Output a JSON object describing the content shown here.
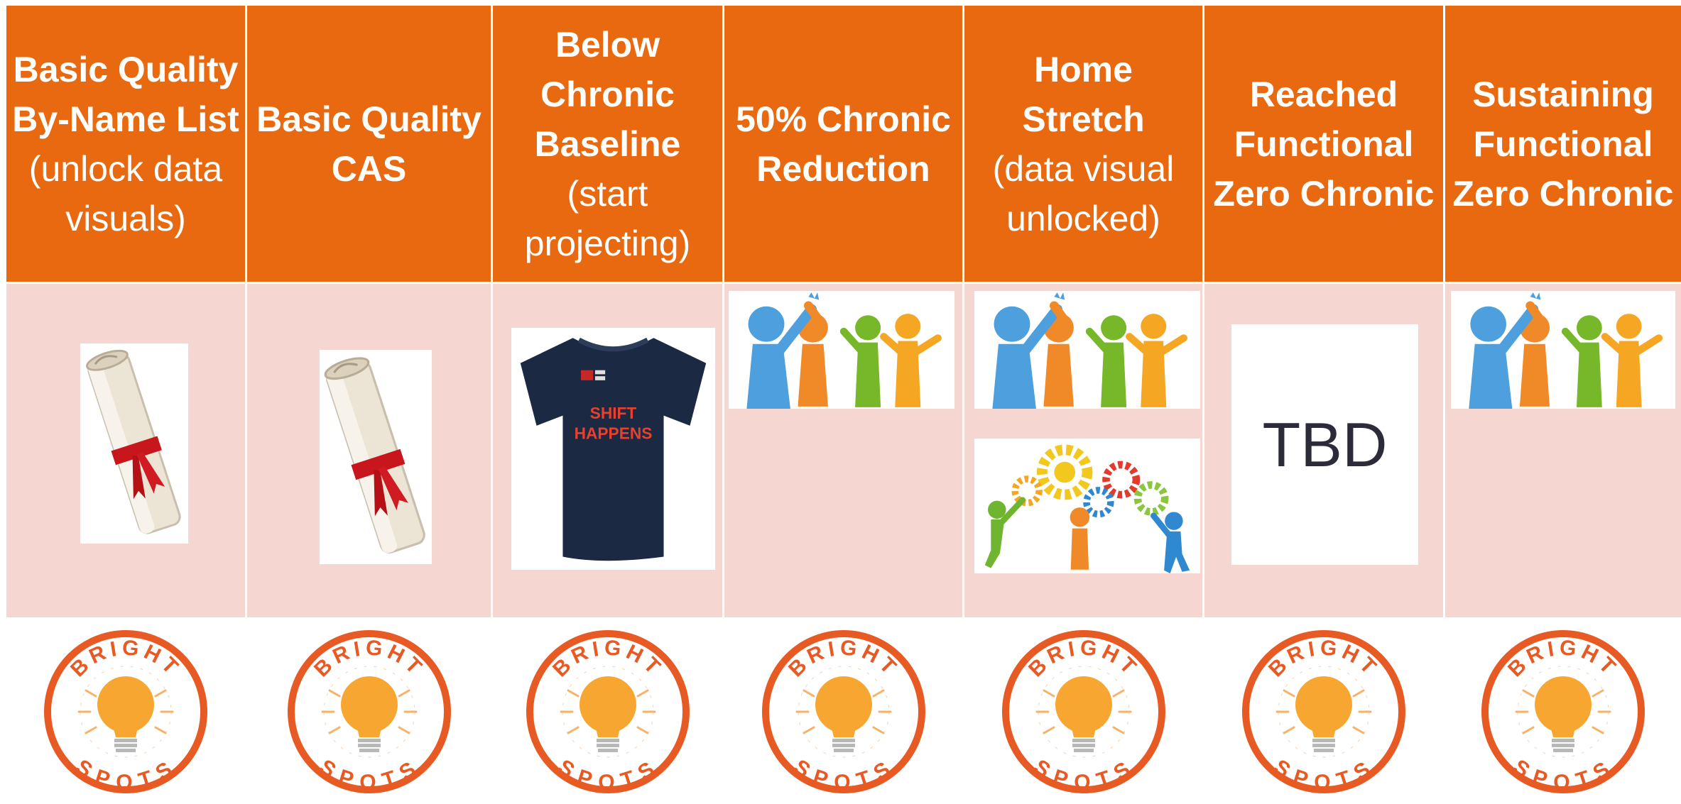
{
  "columns": [
    {
      "title_bold": "Basic Quality By-Name List",
      "title_sub": "(unlock data visuals)",
      "rewards": [
        "diploma"
      ]
    },
    {
      "title_bold": "Basic Quality CAS",
      "title_sub": "",
      "rewards": [
        "diploma"
      ]
    },
    {
      "title_bold": "Below Chronic Baseline",
      "title_sub": "(start projecting)",
      "rewards": [
        "tshirt"
      ]
    },
    {
      "title_bold": "50% Chronic Reduction",
      "title_sub": "",
      "rewards": [
        "high-five"
      ]
    },
    {
      "title_bold": "Home Stretch",
      "title_sub": "(data visual unlocked)",
      "rewards": [
        "high-five",
        "gears"
      ]
    },
    {
      "title_bold": "Reached Functional Zero Chronic",
      "title_sub": "",
      "rewards": [
        "tbd"
      ]
    },
    {
      "title_bold": "Sustaining Functional Zero Chronic",
      "title_sub": "",
      "rewards": [
        "high-five"
      ]
    }
  ],
  "tbd_label": "TBD",
  "tshirt_text": [
    "SHIFT",
    "HAPPENS"
  ],
  "badge": {
    "top_text": "BRIGHT",
    "bottom_text": "SPOTS"
  },
  "colors": {
    "header": "#e8690f",
    "reward_bg": "#f6d6d0",
    "badge_ring": "#e85a24",
    "bulb": "#f7a731",
    "tshirt": "#1b2942"
  }
}
